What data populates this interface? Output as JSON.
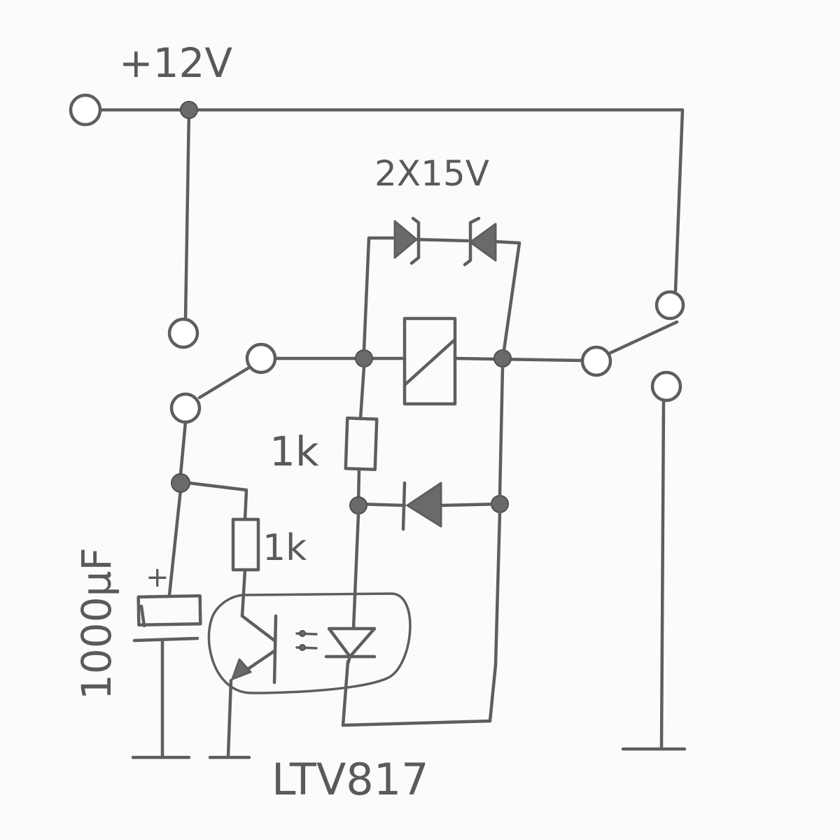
{
  "labels": {
    "supply": "+12V",
    "zener": "2X15V",
    "resistor_upper": "1k",
    "resistor_lower": "1k",
    "capacitor": "1000µF",
    "capacitor_polarity": "+",
    "optocoupler": "LTV817"
  },
  "colors": {
    "ink": "#5e5e5e",
    "paper": "#fbfbfb"
  }
}
